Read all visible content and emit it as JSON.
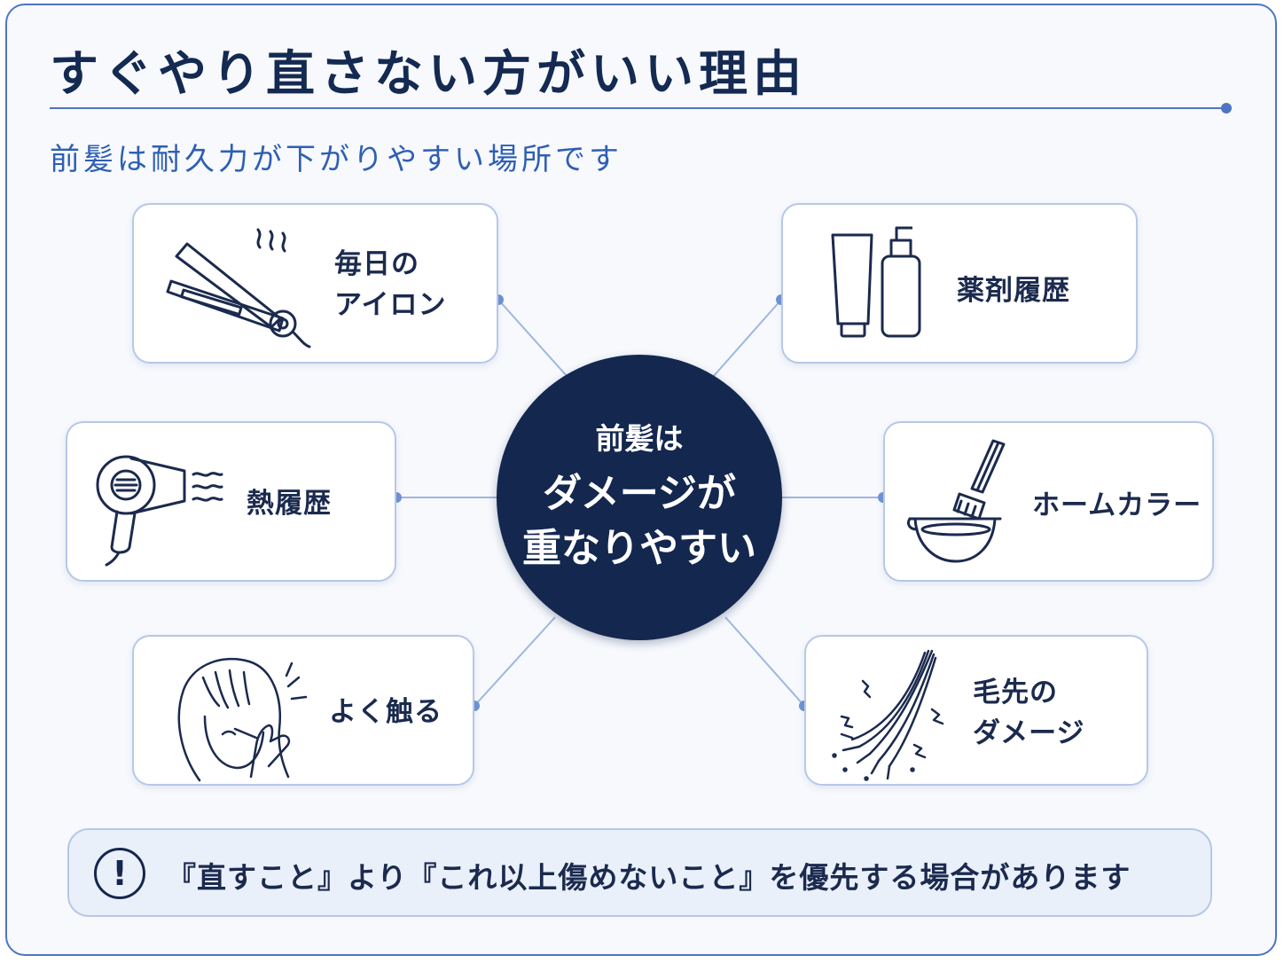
{
  "title": "すぐやり直さない方がいい理由",
  "subtitle": "前髪は耐久力が下がりやすい場所です",
  "hub": {
    "line1": "前髪は",
    "line2": "ダメージが",
    "line3": "重なりやすい"
  },
  "factors": {
    "iron": {
      "line1": "毎日の",
      "line2": "アイロン",
      "icon": "hair-straightener"
    },
    "chemical": {
      "line1": "薬剤履歴",
      "icon": "tube-and-pump-bottle"
    },
    "heat": {
      "line1": "熱履歴",
      "icon": "hair-dryer"
    },
    "home_color": {
      "line1": "ホームカラー",
      "icon": "dye-brush-and-bowl"
    },
    "touch": {
      "line1": "よく触る",
      "icon": "woman-touching-bangs"
    },
    "tips": {
      "line1": "毛先の",
      "line2": "ダメージ",
      "icon": "frayed-hair-tips"
    }
  },
  "note": {
    "icon": "exclamation-circle",
    "symbol": "!",
    "text": "『直すこと』より『これ以上傷めないこと』を優先する場合があります"
  },
  "colors": {
    "accent": "#4f74c3",
    "navy": "#13274f",
    "card_border": "#b7c8e6",
    "note_bg": "#eaf0fa"
  }
}
